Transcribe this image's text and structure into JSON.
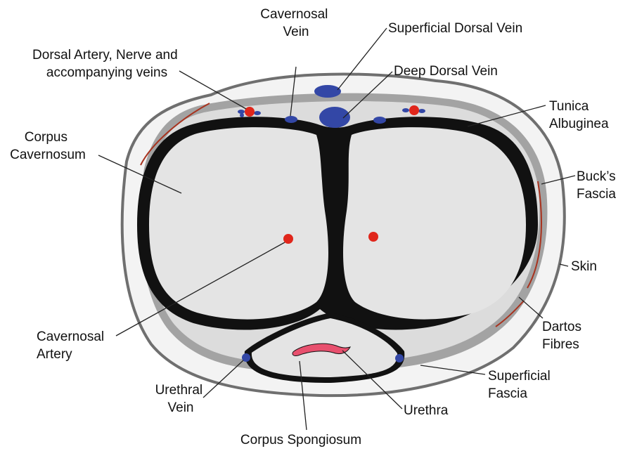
{
  "labels": {
    "cavernosal_vein": [
      "Cavernosal",
      "Vein"
    ],
    "superficial_dorsal_vein": [
      "Superficial Dorsal Vein"
    ],
    "dorsal_artery": [
      "Dorsal Artery, Nerve and",
      "accompanying veins"
    ],
    "deep_dorsal_vein": [
      "Deep Dorsal Vein"
    ],
    "tunica_albuginea": [
      "Tunica",
      "Albuginea"
    ],
    "corpus_cavernosum": [
      "Corpus",
      "Cavernosum"
    ],
    "bucks_fascia": [
      "Buck’s",
      "Fascia"
    ],
    "skin": [
      "Skin"
    ],
    "cavernosal_artery": [
      "Cavernosal",
      "Artery"
    ],
    "dartos_fibres": [
      "Dartos",
      "Fibres"
    ],
    "superficial_fascia": [
      "Superficial",
      "Fascia"
    ],
    "urethral_vein": [
      "Urethral",
      "Vein"
    ],
    "urethra": [
      "Urethra"
    ],
    "corpus_spongiosum": [
      "Corpus Spongiosum"
    ]
  },
  "colors": {
    "skin_outline": "#6f6f6f",
    "superficial_fascia_fill": "#f3f3f3",
    "bucks_fascia": "#9a9a9a",
    "tunica": "#111111",
    "corpus_fill": "#e4e4e4",
    "vein": "#3347a6",
    "artery": "#e0261b",
    "urethra": "#e8506e",
    "dartos": "#a8321e",
    "leader": "#222222"
  }
}
